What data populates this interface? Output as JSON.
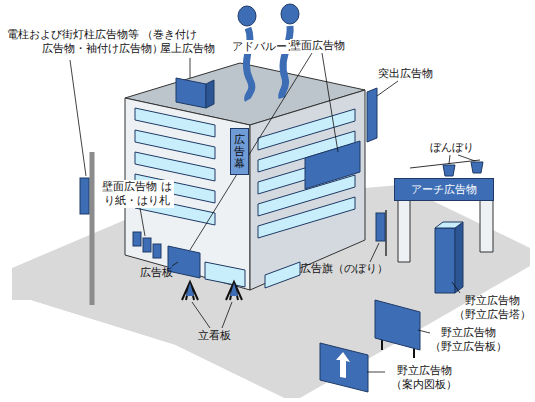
{
  "diagram": {
    "nodes": [
      {
        "text": [
          "広告幕"
        ]
      },
      {
        "text": [
          "アーチ広告物"
        ]
      }
    ],
    "labels": [
      "電柱および街灯柱広告物等 （巻き付け広告物・袖付け広告物）",
      "屋上広告物",
      "アドバルーン",
      "壁面広告物",
      "突出広告物",
      "ぼんぼり",
      "壁面広告物 はり紙・はり札",
      "広告板",
      "広告旗（のぼり）",
      "野立広告物 （野立広告塔）",
      "野立広告物 （野立広告板）",
      "野立広告物 （案内図板）",
      "立看板"
    ]
  }
}
